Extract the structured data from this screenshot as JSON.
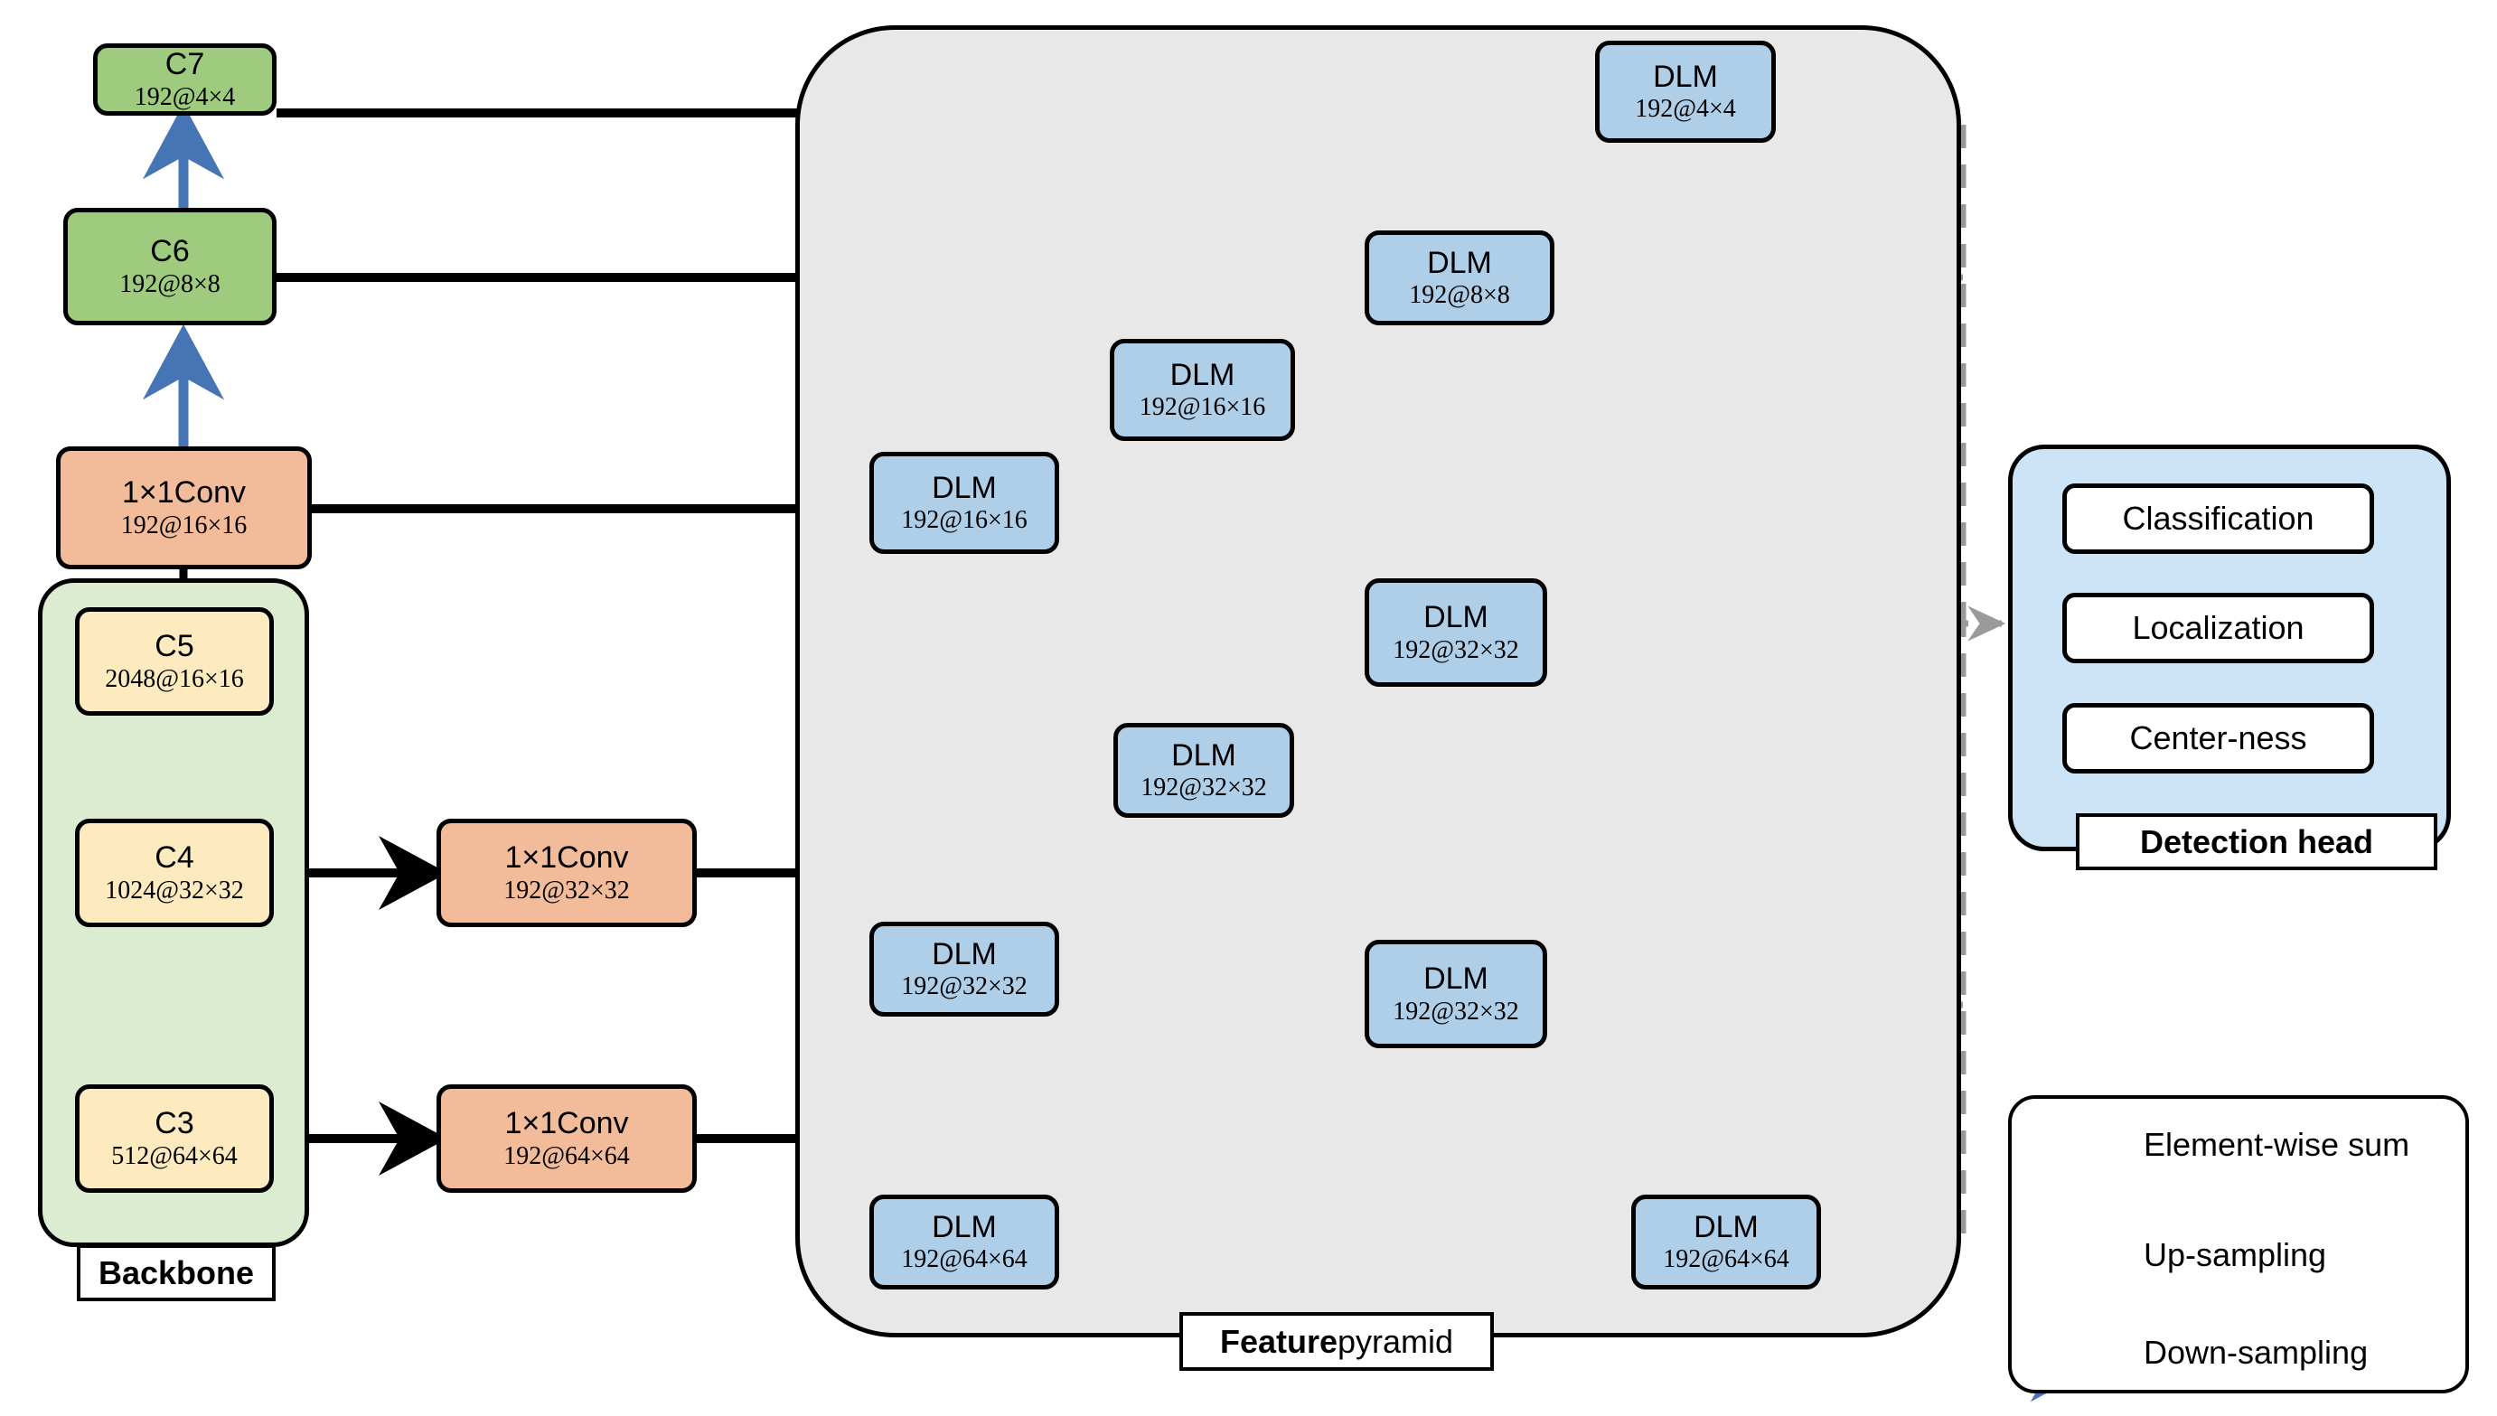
{
  "diagram": {
    "colors": {
      "backbone_fill": "#dbecd4",
      "pyramid_fill": "#e8e8e8",
      "head_fill": "#cde4f7",
      "green_node": "#9ecb7e",
      "blue_node": "#afcee8",
      "orange_node": "#f2bc9b",
      "cream_node": "#fdeabf",
      "up_sampling": "#ff0000",
      "down_sampling": "#4575b4",
      "default_flow": "#000000",
      "dashed_flow": "#9a9a9a"
    },
    "groups": {
      "backbone_label": "Backbone",
      "pyramid_label_bold": "Feature",
      "pyramid_label_rest": " pyramid",
      "detection_head_label": "Detection head"
    },
    "backbone_nodes": [
      {
        "name": "C5",
        "spec": "2048@16×16"
      },
      {
        "name": "C4",
        "spec": "1024@32×32"
      },
      {
        "name": "C3",
        "spec": "512@64×64"
      }
    ],
    "extra_nodes": [
      {
        "name": "C7",
        "spec": "192@4×4"
      },
      {
        "name": "C6",
        "spec": "192@8×8"
      }
    ],
    "conv_nodes": [
      {
        "name": "1×1Conv",
        "spec": "192@16×16"
      },
      {
        "name": "1×1Conv",
        "spec": "192@32×32"
      },
      {
        "name": "1×1Conv",
        "spec": "192@64×64"
      }
    ],
    "dlm_nodes": [
      {
        "id": "dlm-col1-16",
        "name": "DLM",
        "spec": "192@16×16"
      },
      {
        "id": "dlm-col1-32",
        "name": "DLM",
        "spec": "192@32×32"
      },
      {
        "id": "dlm-col1-64",
        "name": "DLM",
        "spec": "192@64×64"
      },
      {
        "id": "dlm-col2-16",
        "name": "DLM",
        "spec": "192@16×16"
      },
      {
        "id": "dlm-col2-32",
        "name": "DLM",
        "spec": "192@32×32"
      },
      {
        "id": "dlm-col3-8",
        "name": "DLM",
        "spec": "192@8×8"
      },
      {
        "id": "dlm-col3-32",
        "name": "DLM",
        "spec": "192@32×32"
      },
      {
        "id": "dlm-col3-32b",
        "name": "DLM",
        "spec": "192@32×32"
      },
      {
        "id": "dlm-col4-4",
        "name": "DLM",
        "spec": "192@4×4"
      },
      {
        "id": "dlm-col4-64",
        "name": "DLM",
        "spec": "192@64×64"
      }
    ],
    "detection_head_items": [
      "Classification",
      "Localization",
      "Center-ness"
    ],
    "legend": [
      {
        "icon": "circle-plus-icon",
        "label": "Element-wise sum"
      },
      {
        "icon": "red-arrow-icon",
        "label": "Up-sampling"
      },
      {
        "icon": "blue-arrow-icon",
        "label": "Down-sampling"
      }
    ]
  }
}
